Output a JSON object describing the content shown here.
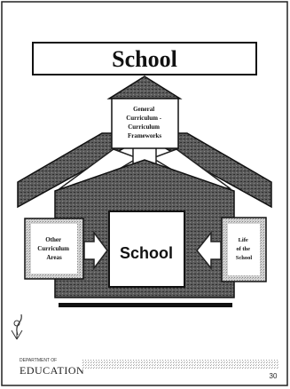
{
  "title": "School",
  "top_box": {
    "lines": [
      "General",
      "Curriculum -",
      "Curriculum",
      "Frameworks"
    ]
  },
  "center_label": "School",
  "left_box": {
    "lines": [
      "Other",
      "Curriculum",
      "Areas"
    ]
  },
  "right_box": {
    "lines": [
      "Life",
      "of the",
      "School"
    ]
  },
  "footer": {
    "logo_small_text": "DEPARTMENT OF",
    "logo_text": "EDUCATION",
    "page_number": "30"
  },
  "colors": {
    "roof_fill": "#4a4a4a",
    "house_fill": "#5a5a5a",
    "side_box_fill": "#c8c8c8",
    "right_box_fill": "#bdbdbd",
    "stroke": "#111111"
  }
}
